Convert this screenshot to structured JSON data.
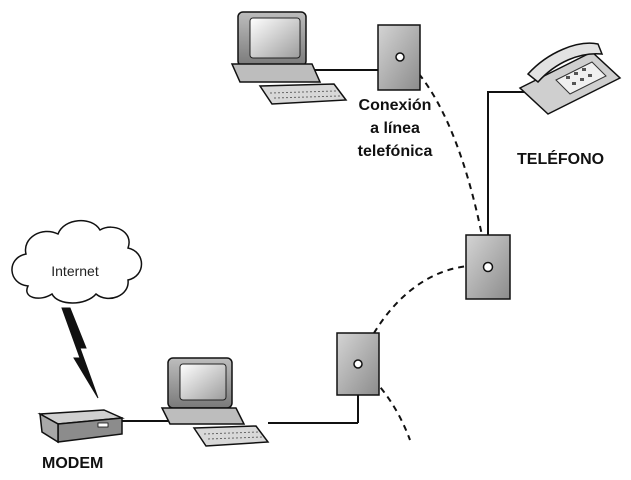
{
  "cloud": {
    "label": "Internet",
    "icon": "cloud-icon"
  },
  "modem": {
    "label": "MODEM",
    "icon": "modem-icon"
  },
  "phone": {
    "label": "TELÉFONO",
    "icon": "telephone-icon"
  },
  "connection": {
    "line1": "Conexión",
    "line2": "a línea",
    "line3": "telefónica"
  },
  "colors": {
    "line": "#111111",
    "jack": "#a8a8a8",
    "monitor": "#9a9a9a",
    "background": "#ffffff"
  }
}
